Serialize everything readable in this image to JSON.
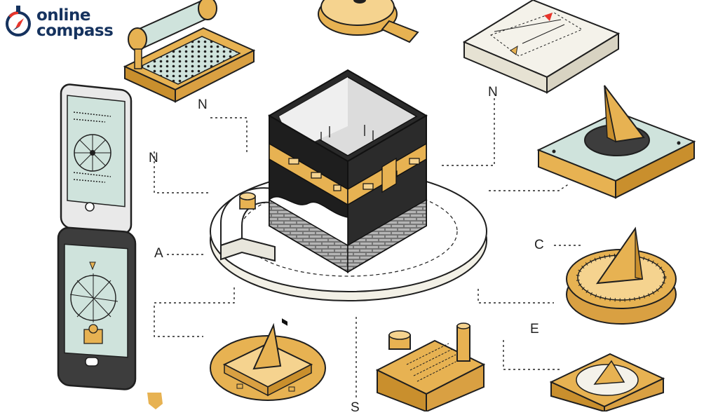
{
  "logo": {
    "line1": "online",
    "line2": "compass",
    "icon": "compass-icon",
    "colors": {
      "navy": "#15325e",
      "red": "#e8352b"
    }
  },
  "direction_labels": {
    "n_top": "N",
    "n_left": "N",
    "n_right": "N",
    "a": "A",
    "c": "C",
    "e": "E",
    "s": "S"
  },
  "palette": {
    "gold": "#e7b252",
    "teal": "#cfe3dc",
    "ink": "#1f1f1f",
    "stone": "#8e8e8e",
    "paper": "#f4f2ea"
  },
  "illustrations": [
    "kaaba-illustration",
    "typewriter-illustration",
    "magnifier-dial-illustration",
    "paper-map-illustration",
    "phone-compass-top-illustration",
    "phone-compass-bottom-illustration",
    "sundial-square-teal-illustration",
    "sundial-round-illustration",
    "sundial-square-bottom-right-illustration",
    "sundial-bottom-center-illustration",
    "stamp-block-illustration"
  ]
}
